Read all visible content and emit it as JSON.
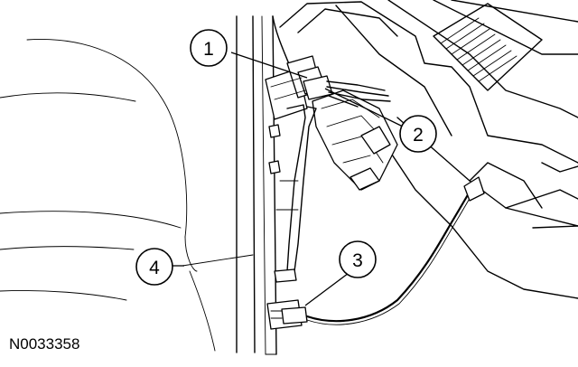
{
  "callouts": [
    {
      "id": "1",
      "label": "1"
    },
    {
      "id": "2",
      "label": "2"
    },
    {
      "id": "3",
      "label": "3"
    },
    {
      "id": "4",
      "label": "4"
    }
  ],
  "reference_number": "N0033358"
}
